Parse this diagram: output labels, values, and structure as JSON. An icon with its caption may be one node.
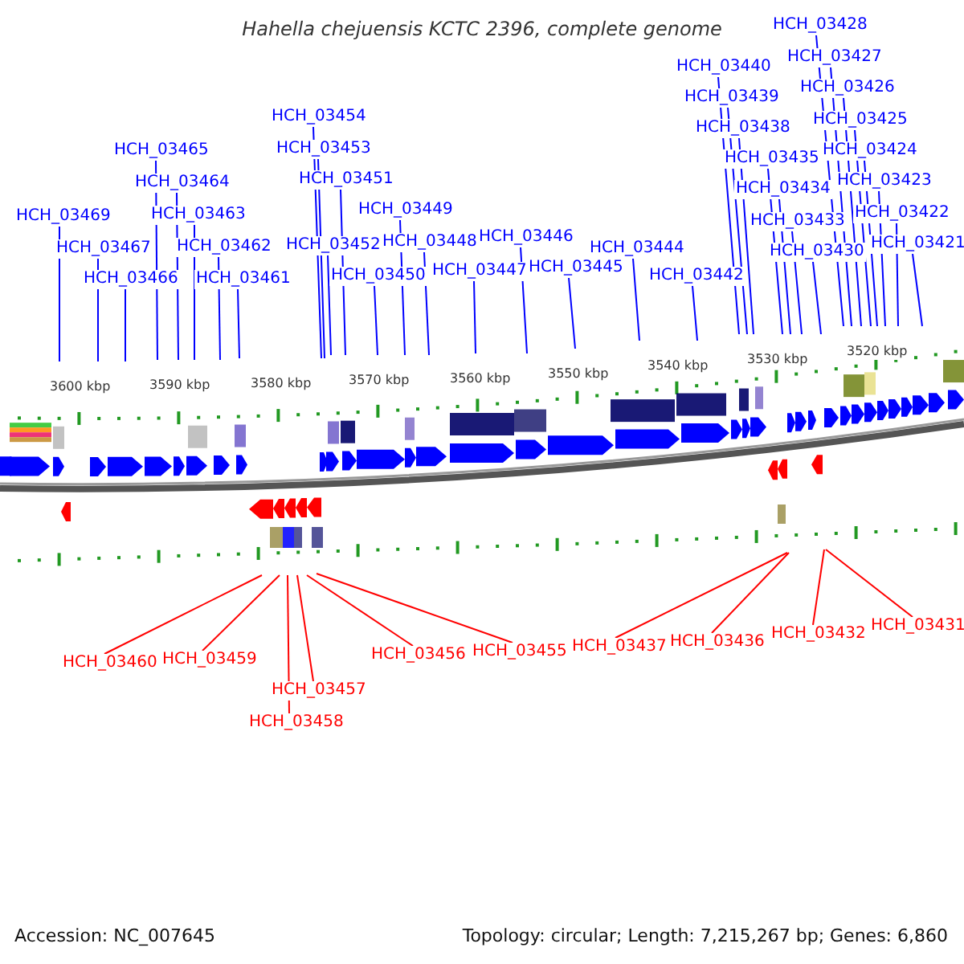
{
  "diagram": {
    "title": "Hahella chejuensis KCTC 2396, complete genome",
    "nodes": [
      {
        "text": [
          "HCH_03469"
        ]
      },
      {
        "text": [
          "HCH_03467"
        ]
      },
      {
        "text": [
          "HCH_03466"
        ]
      },
      {
        "text": [
          "HCH_03465"
        ]
      },
      {
        "text": [
          "HCH_03464"
        ]
      },
      {
        "text": [
          "HCH_03463"
        ]
      },
      {
        "text": [
          "HCH_03462"
        ]
      },
      {
        "text": [
          "HCH_03461"
        ]
      },
      {
        "text": [
          "HCH_03454"
        ]
      },
      {
        "text": [
          "HCH_03453"
        ]
      },
      {
        "text": [
          "HCH_03451"
        ]
      },
      {
        "text": [
          "HCH_03452"
        ]
      },
      {
        "text": [
          "HCH_03450"
        ]
      },
      {
        "text": [
          "HCH_03449"
        ]
      },
      {
        "text": [
          "HCH_03448"
        ]
      },
      {
        "text": [
          "HCH_03447"
        ]
      },
      {
        "text": [
          "HCH_03446"
        ]
      },
      {
        "text": [
          "HCH_03445"
        ]
      },
      {
        "text": [
          "HCH_03444"
        ]
      },
      {
        "text": [
          "HCH_03442"
        ]
      },
      {
        "text": [
          "HCH_03440"
        ]
      },
      {
        "text": [
          "HCH_03439"
        ]
      },
      {
        "text": [
          "HCH_03438"
        ]
      },
      {
        "text": [
          "HCH_03435"
        ]
      },
      {
        "text": [
          "HCH_03434"
        ]
      },
      {
        "text": [
          "HCH_03433"
        ]
      },
      {
        "text": [
          "HCH_03430"
        ]
      },
      {
        "text": [
          "HCH_03428"
        ]
      },
      {
        "text": [
          "HCH_03427"
        ]
      },
      {
        "text": [
          "HCH_03426"
        ]
      },
      {
        "text": [
          "HCH_03425"
        ]
      },
      {
        "text": [
          "HCH_03424"
        ]
      },
      {
        "text": [
          "HCH_03423"
        ]
      },
      {
        "text": [
          "HCH_03422"
        ]
      },
      {
        "text": [
          "HCH_03421"
        ]
      },
      {
        "text": [
          "HCH_03460"
        ]
      },
      {
        "text": [
          "HCH_03459"
        ]
      },
      {
        "text": [
          "HCH_03457"
        ]
      },
      {
        "text": [
          "HCH_03458"
        ]
      },
      {
        "text": [
          "HCH_03456"
        ]
      },
      {
        "text": [
          "HCH_03455"
        ]
      },
      {
        "text": [
          "HCH_03437"
        ]
      },
      {
        "text": [
          "HCH_03436"
        ]
      },
      {
        "text": [
          "HCH_03432"
        ]
      },
      {
        "text": [
          "HCH_03431"
        ]
      }
    ],
    "edges": [
      {
        "from": 0,
        "to": null,
        "arrow": "none"
      },
      {
        "from": 1,
        "to": null,
        "arrow": "none"
      },
      {
        "from": 2,
        "to": null,
        "arrow": "none"
      },
      {
        "from": 3,
        "to": null,
        "arrow": "none"
      },
      {
        "from": 4,
        "to": null,
        "arrow": "none"
      },
      {
        "from": 5,
        "to": null,
        "arrow": "none"
      },
      {
        "from": 6,
        "to": null,
        "arrow": "none"
      },
      {
        "from": 7,
        "to": null,
        "arrow": "none"
      },
      {
        "from": 8,
        "to": null,
        "arrow": "none"
      },
      {
        "from": 9,
        "to": null,
        "arrow": "none"
      },
      {
        "from": 10,
        "to": null,
        "arrow": "none"
      },
      {
        "from": 11,
        "to": null,
        "arrow": "none"
      },
      {
        "from": 12,
        "to": null,
        "arrow": "none"
      },
      {
        "from": 13,
        "to": null,
        "arrow": "none"
      },
      {
        "from": 14,
        "to": null,
        "arrow": "none"
      },
      {
        "from": 15,
        "to": null,
        "arrow": "none"
      },
      {
        "from": 16,
        "to": null,
        "arrow": "none"
      },
      {
        "from": 17,
        "to": null,
        "arrow": "none"
      },
      {
        "from": 18,
        "to": null,
        "arrow": "none"
      },
      {
        "from": 19,
        "to": null,
        "arrow": "none"
      },
      {
        "from": 20,
        "to": null,
        "arrow": "none"
      },
      {
        "from": 21,
        "to": null,
        "arrow": "none"
      },
      {
        "from": 22,
        "to": null,
        "arrow": "none"
      },
      {
        "from": 23,
        "to": null,
        "arrow": "none"
      },
      {
        "from": 24,
        "to": null,
        "arrow": "none"
      },
      {
        "from": 25,
        "to": null,
        "arrow": "none"
      },
      {
        "from": 26,
        "to": null,
        "arrow": "none"
      },
      {
        "from": 27,
        "to": null,
        "arrow": "none"
      },
      {
        "from": 28,
        "to": null,
        "arrow": "none"
      },
      {
        "from": 29,
        "to": null,
        "arrow": "none"
      },
      {
        "from": 30,
        "to": null,
        "arrow": "none"
      },
      {
        "from": 31,
        "to": null,
        "arrow": "none"
      },
      {
        "from": 32,
        "to": null,
        "arrow": "none"
      },
      {
        "from": 33,
        "to": null,
        "arrow": "none"
      },
      {
        "from": 34,
        "to": null,
        "arrow": "none"
      },
      {
        "from": 35,
        "to": null,
        "arrow": "none",
        "color": "#ff0000"
      },
      {
        "from": 36,
        "to": null,
        "arrow": "none",
        "color": "#ff0000"
      },
      {
        "from": 37,
        "to": null,
        "arrow": "none",
        "color": "#ff0000"
      },
      {
        "from": 38,
        "to": null,
        "arrow": "none",
        "color": "#ff0000"
      },
      {
        "from": 39,
        "to": null,
        "arrow": "none",
        "color": "#ff0000"
      },
      {
        "from": 40,
        "to": null,
        "arrow": "none",
        "color": "#ff0000"
      },
      {
        "from": 41,
        "to": null,
        "arrow": "none",
        "color": "#ff0000"
      },
      {
        "from": 42,
        "to": null,
        "arrow": "none",
        "color": "#ff0000"
      },
      {
        "from": 43,
        "to": null,
        "arrow": "none",
        "color": "#ff0000"
      },
      {
        "from": 44,
        "to": null,
        "arrow": "none",
        "color": "#ff0000"
      }
    ],
    "labels": [
      "3600 kbp",
      "3590 kbp",
      "3580 kbp",
      "3570 kbp",
      "3560 kbp",
      "3550 kbp",
      "3540 kbp",
      "3530 kbp",
      "3520 kbp",
      "Accession: NC_007645",
      "Topology: circular; Length: 7,215,267 bp; Genes: 6,860"
    ]
  }
}
